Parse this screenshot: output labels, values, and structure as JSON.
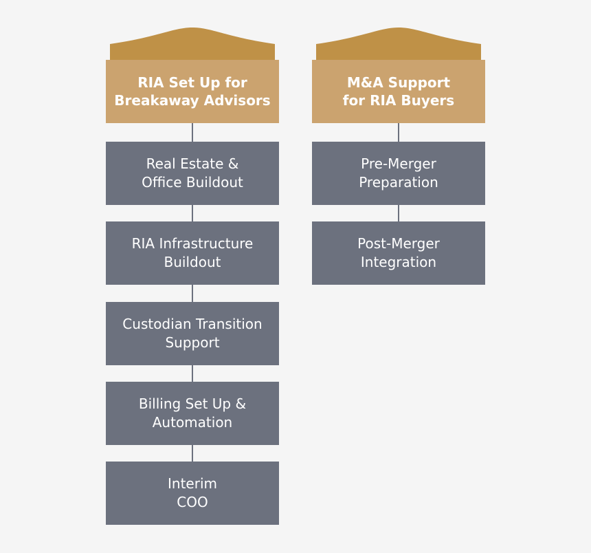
{
  "colors": {
    "background": "#f5f5f5",
    "header_fill": "#cba36f",
    "roof_fill": "#bf9147",
    "item_fill": "#6c717e",
    "connector": "#6c717e",
    "text": "#ffffff"
  },
  "columns": [
    {
      "header": "RIA Set Up for\nBreakaway Advisors",
      "items": [
        "Real Estate &\nOffice Buildout",
        "RIA Infrastructure\nBuildout",
        "Custodian Transition\nSupport",
        "Billing Set Up &\nAutomation",
        "Interim\nCOO"
      ]
    },
    {
      "header": "M&A Support\nfor RIA Buyers",
      "items": [
        "Pre-Merger\nPreparation",
        "Post-Merger\nIntegration"
      ]
    }
  ]
}
